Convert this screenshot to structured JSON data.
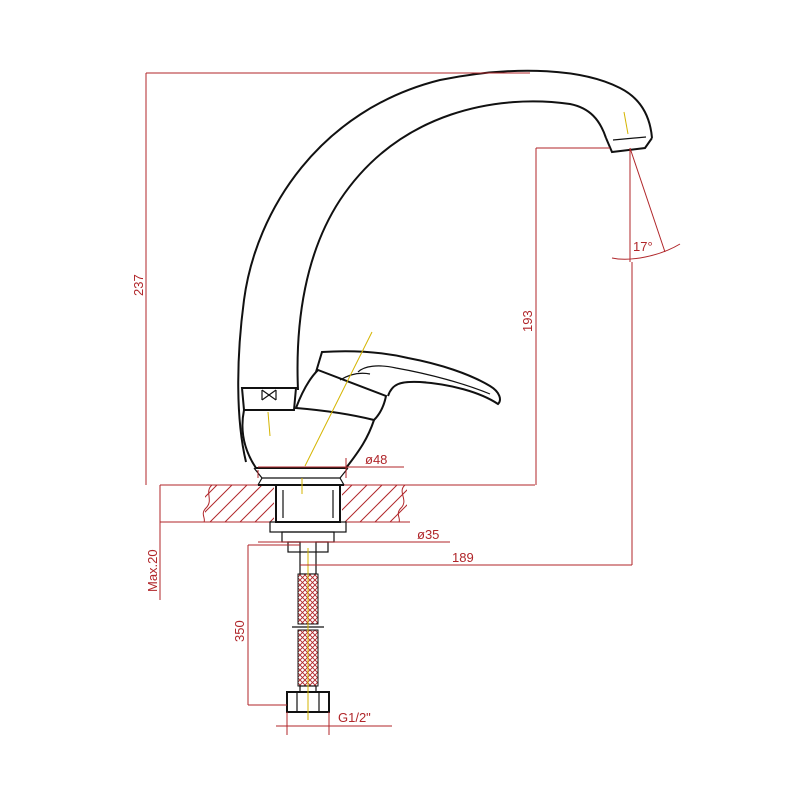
{
  "dimensions": {
    "total_height": "237",
    "spout_height": "193",
    "spout_angle": "17°",
    "base_diameter": "ø48",
    "mount_diameter": "ø35",
    "reach": "189",
    "max_thickness": "Max.20",
    "hose_length": "350",
    "thread": "G1/2\""
  },
  "colors": {
    "dimension_lines": "#b0262a",
    "outline": "#111111",
    "axis": "#d4b400",
    "hose_braid": "#b0262a"
  }
}
